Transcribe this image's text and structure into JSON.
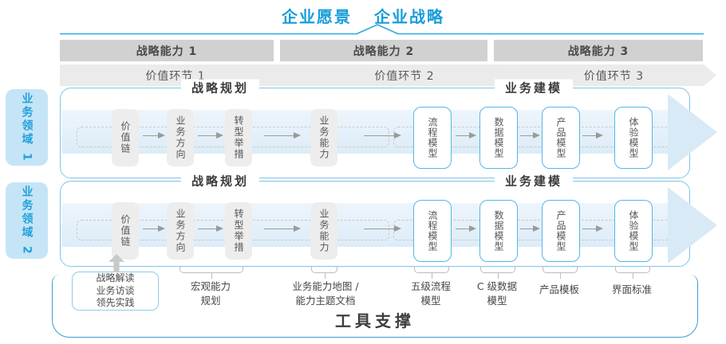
{
  "title": {
    "vision": "企业愿景",
    "strategy": "企业战略"
  },
  "capability_band": [
    "战略能力 1",
    "战略能力 2",
    "战略能力 3"
  ],
  "value_band": [
    "价值环节 1",
    "价值环节 2",
    "价值环节 3"
  ],
  "sidebar": [
    "业务领域 1",
    "业务领域 2"
  ],
  "domain_row": {
    "planning_title": "战略规划",
    "modeling_title": "业务建模",
    "planning_boxes": [
      "价值链",
      "业务方向",
      "转型举措",
      "业务能力"
    ],
    "modeling_boxes": [
      "流程模型",
      "数据模型",
      "产品模型",
      "体验模型"
    ]
  },
  "footer": {
    "input_box": "战略解读\n业务访谈\n领先实践",
    "annotations": [
      "宏观能力\n规划",
      "业务能力地图 /\n能力主题文档",
      "五级流程\n模型",
      "C 级数据\n模型",
      "产品模板",
      "界面标准"
    ],
    "tool_support": "工具支撑"
  },
  "colors": {
    "accent_blue": "#189DD9",
    "sidebar_fill": "#C5E5F6",
    "domain_border": "#7FC5E8",
    "band_fill": "#E7F2FA",
    "capability_band_fill": "#D1D1D1",
    "value_band_fill": "#EBEBEB"
  }
}
